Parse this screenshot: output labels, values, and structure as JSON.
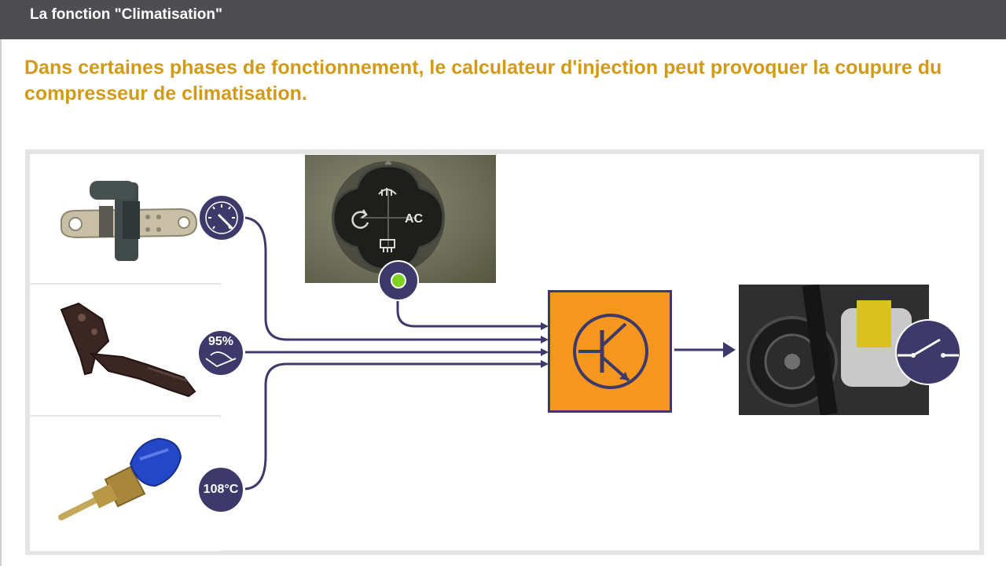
{
  "header": {
    "title": "La fonction \"Climatisation\""
  },
  "headline": "Dans certaines phases de fonctionnement, le calculateur d'injection peut provoquer la coupure du compresseur de climatisation.",
  "hvac_panel": {
    "ac_label": "AC"
  },
  "badges": {
    "pedal_value": "95%",
    "temperature_value": "108°C"
  },
  "colors": {
    "header_bg": "#4e4e52",
    "headline_text": "#d29a17",
    "line_and_badge": "#3d3a6b",
    "ecu_fill": "#f5961e",
    "indicator_led": "#7ed321"
  },
  "icons": {
    "rpm_badge": "gauge-icon",
    "pedal_badge": "foot-on-pedal-icon",
    "ecu": "transistor-icon",
    "compressor_badge": "switch-open-icon"
  }
}
